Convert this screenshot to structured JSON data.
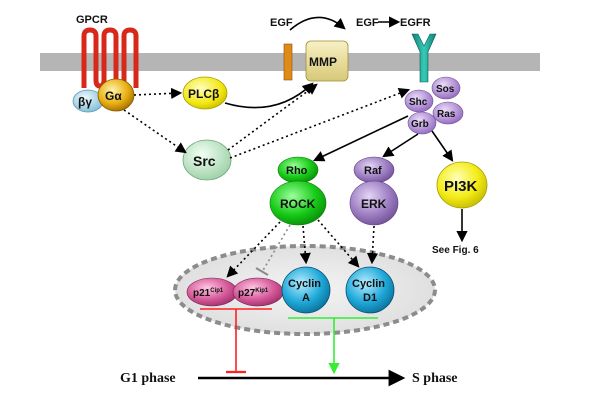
{
  "labels": {
    "gpcr": "GPCR",
    "egf_left": "EGF",
    "egf_right": "EGF",
    "egfr": "EGFR",
    "beta_gamma": "βγ",
    "g_alpha": "Gα",
    "plc_beta": "PLCβ",
    "mmp": "MMP",
    "sos": "Sos",
    "shc": "Shc",
    "grb": "Grb",
    "ras": "Ras",
    "src": "Src",
    "rho": "Rho",
    "rock": "ROCK",
    "raf": "Raf",
    "erk": "ERK",
    "pi3k": "PI3K",
    "see_fig": "See Fig. 6",
    "p21_main": "p21",
    "p21_sup": "Cip1",
    "p27_main": "p27",
    "p27_sup": "Kip1",
    "cyclin_a_1": "Cyclin",
    "cyclin_a_2": "A",
    "cyclin_d1_1": "Cyclin",
    "cyclin_d1_2": "D1",
    "g1_phase": "G1 phase",
    "s_phase": "S phase"
  },
  "colors": {
    "membrane": "#b5b5b5",
    "gpcr": "#d8281a",
    "g_alpha": "#e0a40c",
    "beta_gamma": "#a8d8ec",
    "plc_beta": "#f4ec14",
    "mmp": "#eadf9a",
    "egfr": "#1aa394",
    "adapter": "#a97cce",
    "src": "#b6dfbd",
    "rho_rock": "#15c715",
    "raf_erk": "#9e7fc2",
    "pi3k": "#f3ec16",
    "p21_p27": "#d65a9a",
    "cyclin": "#1fa9d9",
    "inhibit": "#ff2020",
    "promote": "#33ee33"
  }
}
